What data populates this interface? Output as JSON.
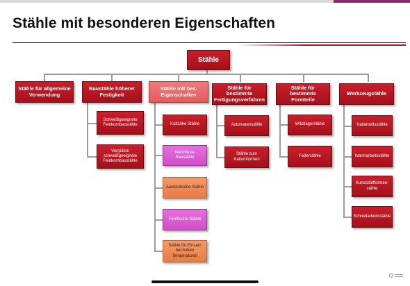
{
  "slide": {
    "title": "Stähle mit besonderen Eigenschaften"
  },
  "diagram": {
    "root": "Stähle",
    "categories": [
      {
        "label": "Stähle für allgemeine Verwendung",
        "children": []
      },
      {
        "label": "Baustähle höherer Festigkeit",
        "children": [
          "Schweißgeeignete Feinkornbaustähle",
          "Vergütete schweißgeeignete Feinkornbaustähle"
        ]
      },
      {
        "label": "Stähle mit bes. Eigenschaften",
        "children": [
          "Kaltzähe Stähle",
          "Warmfeste Baustähle",
          "Austenitische Stähle",
          "Ferritische Stähle",
          "Stähle für Einsatz bei hohen Temperaturen"
        ]
      },
      {
        "label": "Stähle für bestimmte Fertigungsverfahren",
        "children": [
          "Automatenstähle",
          "Stähle zum Kaltumformen"
        ]
      },
      {
        "label": "Stähle für bestimmte Formteile",
        "children": [
          "Wälzlagerstähle",
          "Federstähle"
        ]
      },
      {
        "label": "Werkzeugstähle",
        "children": [
          "Kaltarbeitsstähle",
          "Warmarbeitsstähle",
          "Kunststoffformen-stähle",
          "Schnellarbeitsstähle"
        ]
      }
    ],
    "colors": {
      "box_red": "#b5161f",
      "highlight_orange": "#ef8c58",
      "highlight_pink": "#dd5fd4",
      "selected_red": "#e86a6a",
      "connector": "#9a9a9a"
    }
  }
}
